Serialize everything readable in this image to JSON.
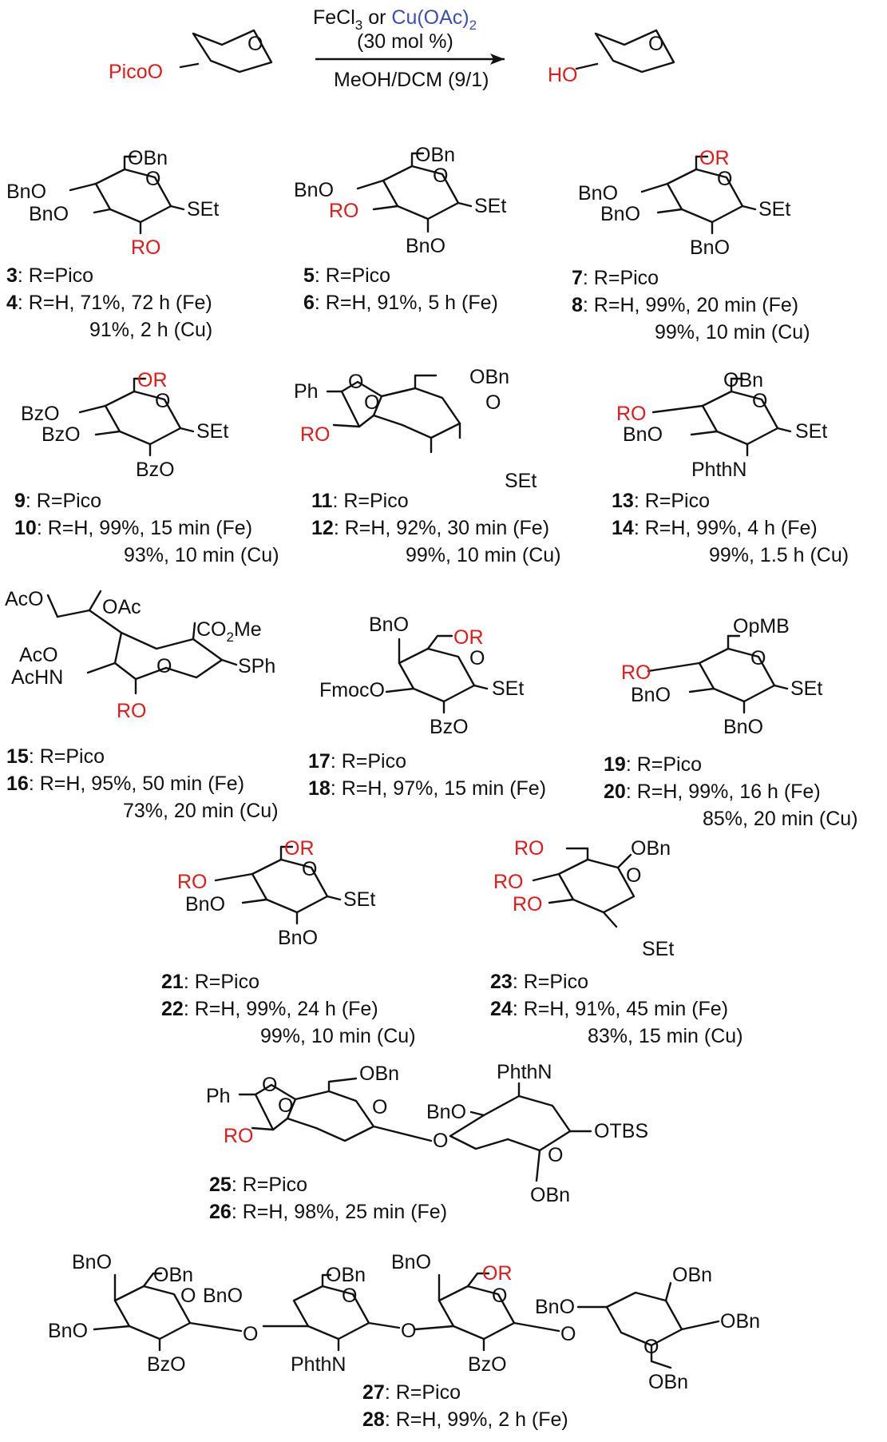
{
  "colors": {
    "red": "#e01919",
    "blue": "#3b4fb4",
    "black": "#111111"
  },
  "scheme": {
    "reagent1_a": "FeCl",
    "reagent1_b": "3",
    "reagent1_c": " or ",
    "reagent2_a": "Cu(OAc)",
    "reagent2_b": "2",
    "loading": "(30 mol %)",
    "solvent": "MeOH/DCM (9/1)",
    "sm_label": "PicoO",
    "prod_label": "HO"
  },
  "sugar_atoms": {
    "O": "O",
    "OBn": "OBn",
    "BnO": "BnO",
    "SEt": "SEt",
    "RO": "RO",
    "OR": "OR",
    "BzO": "BzO",
    "Ph": "Ph",
    "PhthN": "PhthN",
    "OpMB": "OpMB",
    "FmocO": "FmocO",
    "AcO": "AcO",
    "OAc": "OAc",
    "AcHN": "AcHN",
    "SPh": "SPh",
    "CO2Me_a": "CO",
    "CO2Me_b": "2",
    "CO2Me_c": "Me",
    "OTBS": "OTBS"
  },
  "compounds": [
    {
      "a": "3",
      "a_text": ": R=Pico",
      "b": "4",
      "b_text": ": R=H, 71%, 72 h (Fe)",
      "cu": "91%, 2 h (Cu)"
    },
    {
      "a": "5",
      "a_text": ": R=Pico",
      "b": "6",
      "b_text": ": R=H, 91%, 5 h (Fe)",
      "cu": ""
    },
    {
      "a": "7",
      "a_text": ": R=Pico",
      "b": "8",
      "b_text": ": R=H, 99%, 20 min (Fe)",
      "cu": "99%, 10 min (Cu)"
    },
    {
      "a": "9",
      "a_text": ": R=Pico",
      "b": "10",
      "b_text": ": R=H, 99%, 15 min (Fe)",
      "cu": "93%, 10 min (Cu)"
    },
    {
      "a": "11",
      "a_text": ": R=Pico",
      "b": "12",
      "b_text": ": R=H, 92%, 30 min (Fe)",
      "cu": "99%, 10 min (Cu)"
    },
    {
      "a": "13",
      "a_text": ": R=Pico",
      "b": "14",
      "b_text": ": R=H, 99%, 4 h (Fe)",
      "cu": "99%, 1.5 h (Cu)"
    },
    {
      "a": "15",
      "a_text": ": R=Pico",
      "b": "16",
      "b_text": ": R=H, 95%, 50 min (Fe)",
      "cu": "73%, 20 min (Cu)"
    },
    {
      "a": "17",
      "a_text": ": R=Pico",
      "b": "18",
      "b_text": ": R=H, 97%, 15 min (Fe)",
      "cu": ""
    },
    {
      "a": "19",
      "a_text": ": R=Pico",
      "b": "20",
      "b_text": ": R=H, 99%, 16 h (Fe)",
      "cu": "85%, 20 min (Cu)"
    },
    {
      "a": "21",
      "a_text": ": R=Pico",
      "b": "22",
      "b_text": ": R=H, 99%, 24 h (Fe)",
      "cu": "99%, 10 min (Cu)"
    },
    {
      "a": "23",
      "a_text": ": R=Pico",
      "b": "24",
      "b_text": ": R=H, 91%, 45 min (Fe)",
      "cu": "83%, 15 min (Cu)"
    },
    {
      "a": "25",
      "a_text": ": R=Pico",
      "b": "26",
      "b_text": ": R=H, 98%, 25 min (Fe)",
      "cu": ""
    },
    {
      "a": "27",
      "a_text": ": R=Pico",
      "b": "28",
      "b_text": ": R=H, 99%, 2 h (Fe)",
      "cu": ""
    }
  ]
}
